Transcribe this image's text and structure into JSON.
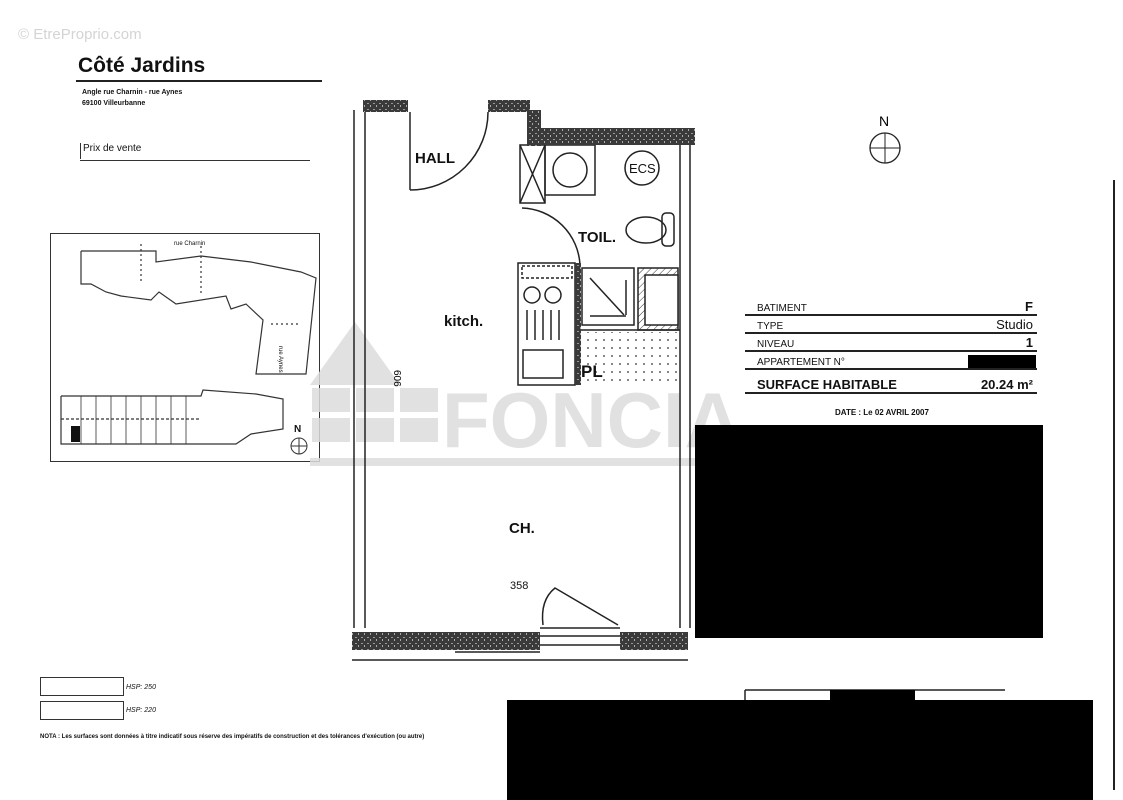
{
  "watermark_site": "© EtreProprio.com",
  "watermark_brand": "FONCIA",
  "header": {
    "title": "Côté Jardins",
    "address_line1": "Angle rue Charnin - rue Aynes",
    "address_line2": "69100 Villeurbanne",
    "price_label": "Prix de vente"
  },
  "site_plan": {
    "street_top": "rue Charnin",
    "street_right": "rue Aynes",
    "north": "N"
  },
  "plan": {
    "rooms": {
      "hall": "HALL",
      "ecs": "ECS",
      "toilet": "TOIL.",
      "kitchen": "kitch.",
      "closet": "PL",
      "bedroom": "CH."
    },
    "dim_length": "606",
    "dim_width": "358",
    "north": "N"
  },
  "info_table": {
    "rows": [
      {
        "label": "BATIMENT",
        "value": "F"
      },
      {
        "label": "TYPE",
        "value": "Studio"
      },
      {
        "label": "NIVEAU",
        "value": "1"
      },
      {
        "label": "APPARTEMENT N°",
        "value": ""
      }
    ],
    "surface_label": "SURFACE HABITABLE",
    "surface_value": "20.24 m²",
    "date": "DATE : Le 02 AVRIL 2007"
  },
  "legend": [
    {
      "label": "HSP: 250"
    },
    {
      "label": "HSP: 220"
    }
  ],
  "nota": "NOTA :  Les surfaces sont données à titre indicatif sous réserve des impératifs de construction et des tolérances d'exécution (ou autre)",
  "colors": {
    "ink": "#111111",
    "wall": "#3a3a3a",
    "watermark": "#d8d8d8",
    "redaction": "#000000"
  }
}
